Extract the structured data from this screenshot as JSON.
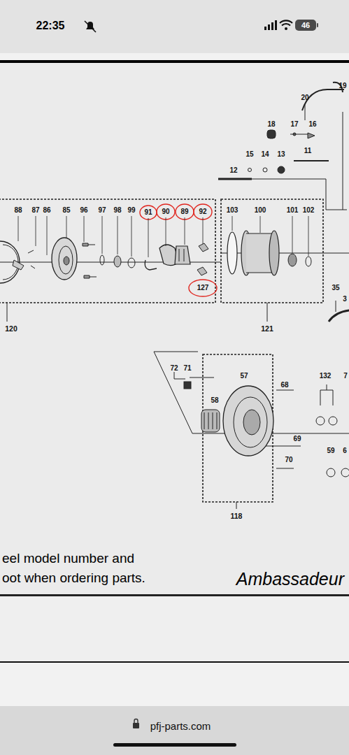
{
  "diagram": {
    "labels": [
      "22:35",
      "46",
      "88",
      "87",
      "86",
      "85",
      "96",
      "97",
      "98",
      "99",
      "91",
      "90",
      "89",
      "92",
      "127",
      "103",
      "100",
      "101",
      "102",
      "20",
      "19",
      "18",
      "17",
      "16",
      "15",
      "14",
      "13",
      "11",
      "12",
      "35",
      "3",
      "120",
      "121",
      "72",
      "71",
      "57",
      "68",
      "132",
      "7",
      "58",
      "69",
      "70",
      "59",
      "6",
      "118",
      "eel model number and",
      "oot when ordering parts.",
      "Ambassadeur",
      "pfj-parts.com"
    ]
  }
}
